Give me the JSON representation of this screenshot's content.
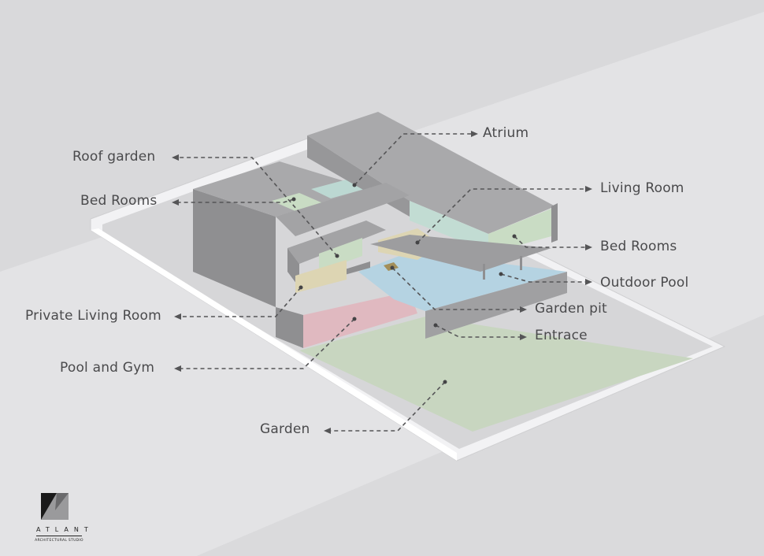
{
  "labels": {
    "roof_garden": "Roof garden",
    "bed_rooms_left": "Bed Rooms",
    "private_living_room": "Private Living Room",
    "pool_and_gym": "Pool and Gym",
    "garden": "Garden",
    "atrium": "Atrium",
    "living_room": "Living Room",
    "bed_rooms_right": "Bed Rooms",
    "outdoor_pool": "Outdoor Pool",
    "garden_pit": "Garden pit",
    "entrace": "Entrace"
  },
  "logo": {
    "name": "ATLANT",
    "subtitle": "ARCHITECTURAL STUDIO"
  },
  "colors": {
    "roof": "#a9a9ab",
    "side": "#8f8f91",
    "green": "#c9dcc4",
    "teal": "#bcd8d2",
    "pool": "#b5d3e2",
    "pink": "#e0b9c0",
    "yellow": "#ddd5b3",
    "garden": "#c8d6c0",
    "leader": "#555557"
  }
}
